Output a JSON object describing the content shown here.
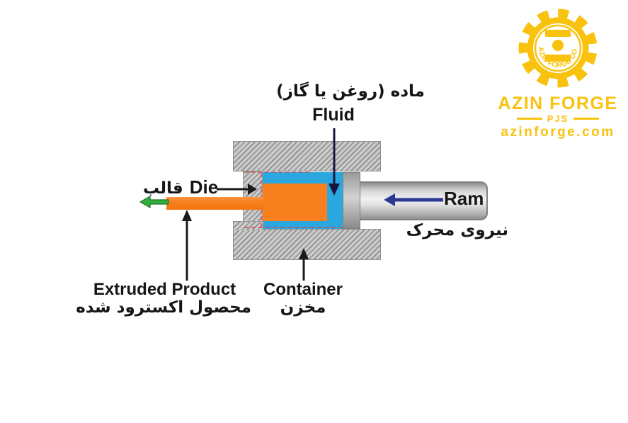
{
  "logo": {
    "ring_text": "AZIN FORGE CO.",
    "company": "AZIN FORGE",
    "suffix": "PJS",
    "website": "azinforge.com"
  },
  "labels": {
    "fluid": {
      "fa": "ماده (روغن یا گاز)",
      "en": "Fluid"
    },
    "die": {
      "fa": "قالب",
      "en": "Die"
    },
    "ram": {
      "en": "Ram",
      "fa": "نیروی محرک"
    },
    "extruded_product": {
      "en": "Extruded Product",
      "fa": "محصول اکسترود شده"
    },
    "container": {
      "en": "Container",
      "fa": "مخزن"
    }
  },
  "colors": {
    "logo_gold": "#F9C20E",
    "fluid_blue": "#2BA7DF",
    "billet_orange": "#F8801F",
    "ram_arrow_blue": "#2B3990",
    "exit_arrow_green": "#33AF3C",
    "label_black": "#161616",
    "hatch_gray": "#CBCBCB",
    "seal_red": "#DE3E48"
  }
}
